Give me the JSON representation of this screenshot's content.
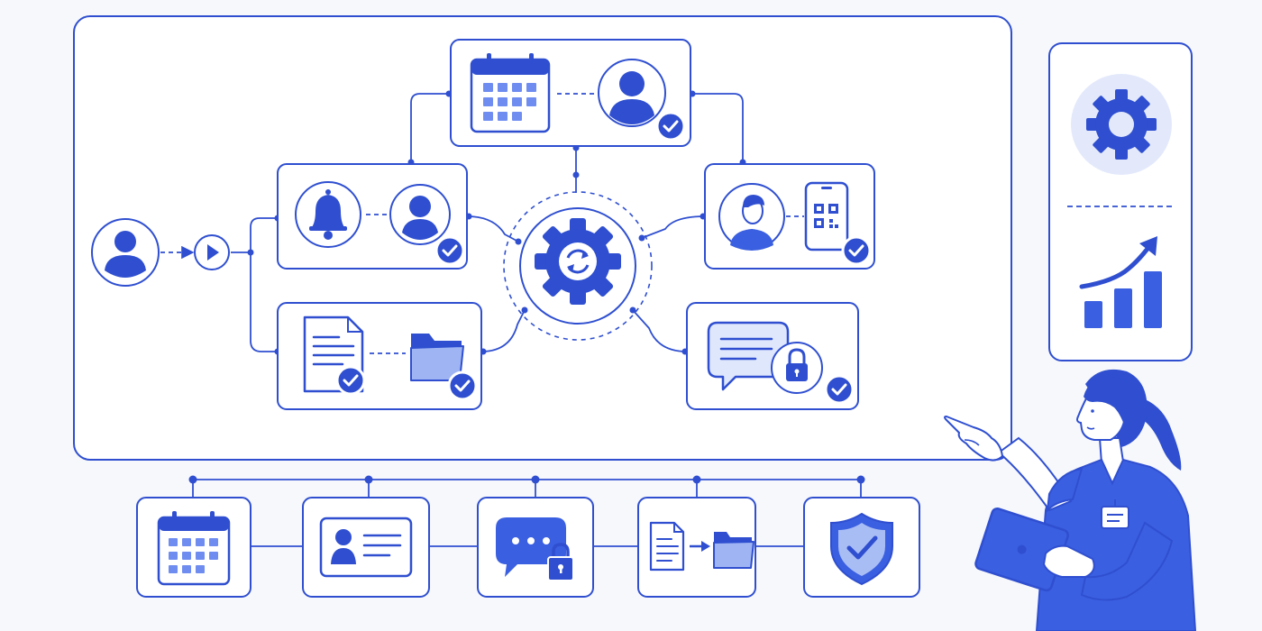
{
  "colors": {
    "primary": "#2f4fd0",
    "fill": "#3a5fe0",
    "light_fill": "#a9bdf5",
    "pale_fill": "#e3e9fb",
    "background": "#f7f8fb",
    "card_bg": "#ffffff",
    "check": "#2f4fd0"
  },
  "diagram": {
    "hub": {
      "icon": "gear-sync-icon"
    },
    "entry": {
      "icons": [
        "user-icon",
        "play-icon"
      ]
    },
    "workflow_cards": [
      {
        "id": "scheduling",
        "icons": [
          "calendar-icon",
          "user-icon"
        ],
        "verified": true
      },
      {
        "id": "notifications",
        "icons": [
          "bell-icon",
          "user-icon"
        ],
        "verified": true
      },
      {
        "id": "identity",
        "icons": [
          "person-icon",
          "qr-phone-icon"
        ],
        "verified": true
      },
      {
        "id": "documents",
        "icons": [
          "document-icon",
          "folder-icon"
        ],
        "verified": true
      },
      {
        "id": "secure-messaging",
        "icons": [
          "chat-bubble-icon",
          "lock-icon"
        ],
        "verified": true
      }
    ],
    "side_panel": {
      "icons": [
        "gear-icon",
        "growth-chart-icon"
      ]
    },
    "bottom_steps": [
      {
        "icon": "calendar-icon"
      },
      {
        "icon": "id-card-icon"
      },
      {
        "icon": "chat-lock-icon"
      },
      {
        "icon": "document-transfer-icon"
      },
      {
        "icon": "shield-check-icon"
      }
    ],
    "presenter": {
      "icon": "nurse-with-tablet-icon"
    }
  }
}
